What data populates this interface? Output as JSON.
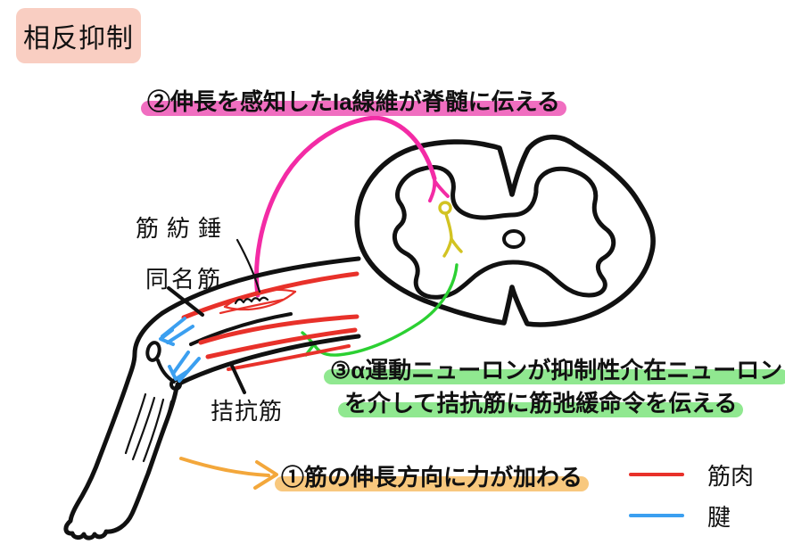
{
  "colors": {
    "badge-bg": "#f9cec2",
    "hl-pink": "#f06ec0",
    "hl-green": "#90e890",
    "hl-orange": "#f8c87e",
    "ink": "#111111",
    "red": "#e8312a",
    "blue": "#3b9ff0",
    "magenta": "#f32ba5",
    "green": "#2bd032",
    "yellow": "#d2c322",
    "orange": "#f3a73b"
  },
  "title_badge": "相反抑制",
  "steps": {
    "step1": "①筋の伸長方向に力が加わる",
    "step2": "②伸長を感知したIa線維が脊髄に伝える",
    "step3_line1": "③α運動ニューロンが抑制性介在ニューロン",
    "step3_line2": "を介して拮抗筋に筋弛緩命令を伝える"
  },
  "labels": {
    "muscle_spindle": "筋紡錘",
    "agonist_muscle": "同名筋",
    "antagonist_muscle": "拮抗筋"
  },
  "legend": {
    "items": [
      {
        "label": "筋肉"
      },
      {
        "label": "腱"
      }
    ]
  }
}
